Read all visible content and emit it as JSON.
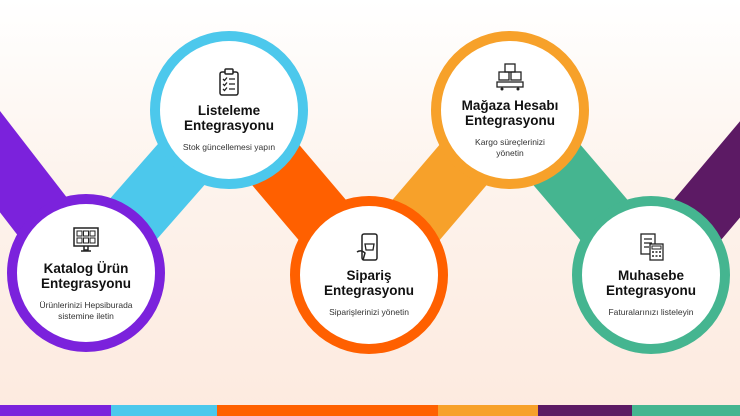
{
  "steps": [
    {
      "title1": "Katalog Ürün",
      "title2": "Entegrasyonu",
      "desc": "Ürünlerinizi Hepsiburada sistemine iletin",
      "color": "#7b22dc",
      "icon": "monitor-catalog-icon"
    },
    {
      "title1": "Listeleme",
      "title2": "Entegrasyonu",
      "desc": "Stok güncellemesi yapın",
      "color": "#4cc8ec",
      "icon": "clipboard-checklist-icon"
    },
    {
      "title1": "Sipariş",
      "title2": "Entegrasyonu",
      "desc": "Siparişlerinizi yönetin",
      "color": "#ff6000",
      "icon": "mobile-order-icon"
    },
    {
      "title1": "Mağaza Hesabı",
      "title2": "Entegrasyonu",
      "desc": "Kargo süreçlerinizi yönetin",
      "color": "#f7a12a",
      "icon": "boxes-cart-icon"
    },
    {
      "title1": "Muhasebe",
      "title2": "Entegrasyonu",
      "desc": "Faturalarınızı listeleyin",
      "color": "#45b590",
      "icon": "invoice-calculator-icon"
    }
  ],
  "colors": {
    "purple": "#7b22dc",
    "blue": "#4cc8ec",
    "orange": "#ff6000",
    "amber": "#f7a12a",
    "plum": "#5c1a64",
    "green": "#45b590"
  }
}
